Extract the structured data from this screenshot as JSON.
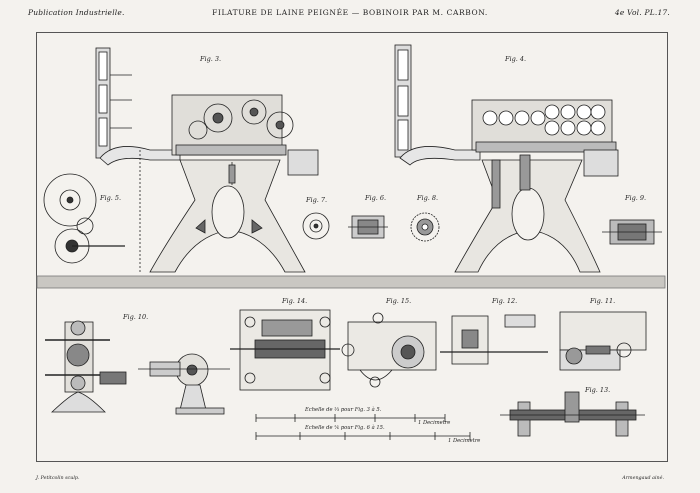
{
  "header": {
    "left": "Publication Industrielle.",
    "center": "FILATURE DE LAINE PEIGNÉE — BOBINOIR PAR M. CARBON.",
    "right": "4e Vol. PL.17."
  },
  "figures": {
    "fig3": "Fig. 3.",
    "fig4": "Fig. 4.",
    "fig5": "Fig. 5.",
    "fig6": "Fig. 6.",
    "fig7": "Fig. 7.",
    "fig8": "Fig. 8.",
    "fig9": "Fig. 9.",
    "fig10": "Fig. 10.",
    "fig11": "Fig. 11.",
    "fig12": "Fig. 12.",
    "fig13": "Fig. 13.",
    "fig14": "Fig. 14.",
    "fig15": "Fig. 15."
  },
  "scales": {
    "scale1": "Echelle de ⅓ pour Fig. 3 à 5.",
    "scale1_unit": "1 Decimetre",
    "scale2": "Echelle de ⅙ pour Fig. 6 à 15.",
    "scale2_unit": "1 Decimetre"
  },
  "footer": {
    "left": "J. Petitcolin sculp.",
    "right": "Armengaud ainé."
  }
}
